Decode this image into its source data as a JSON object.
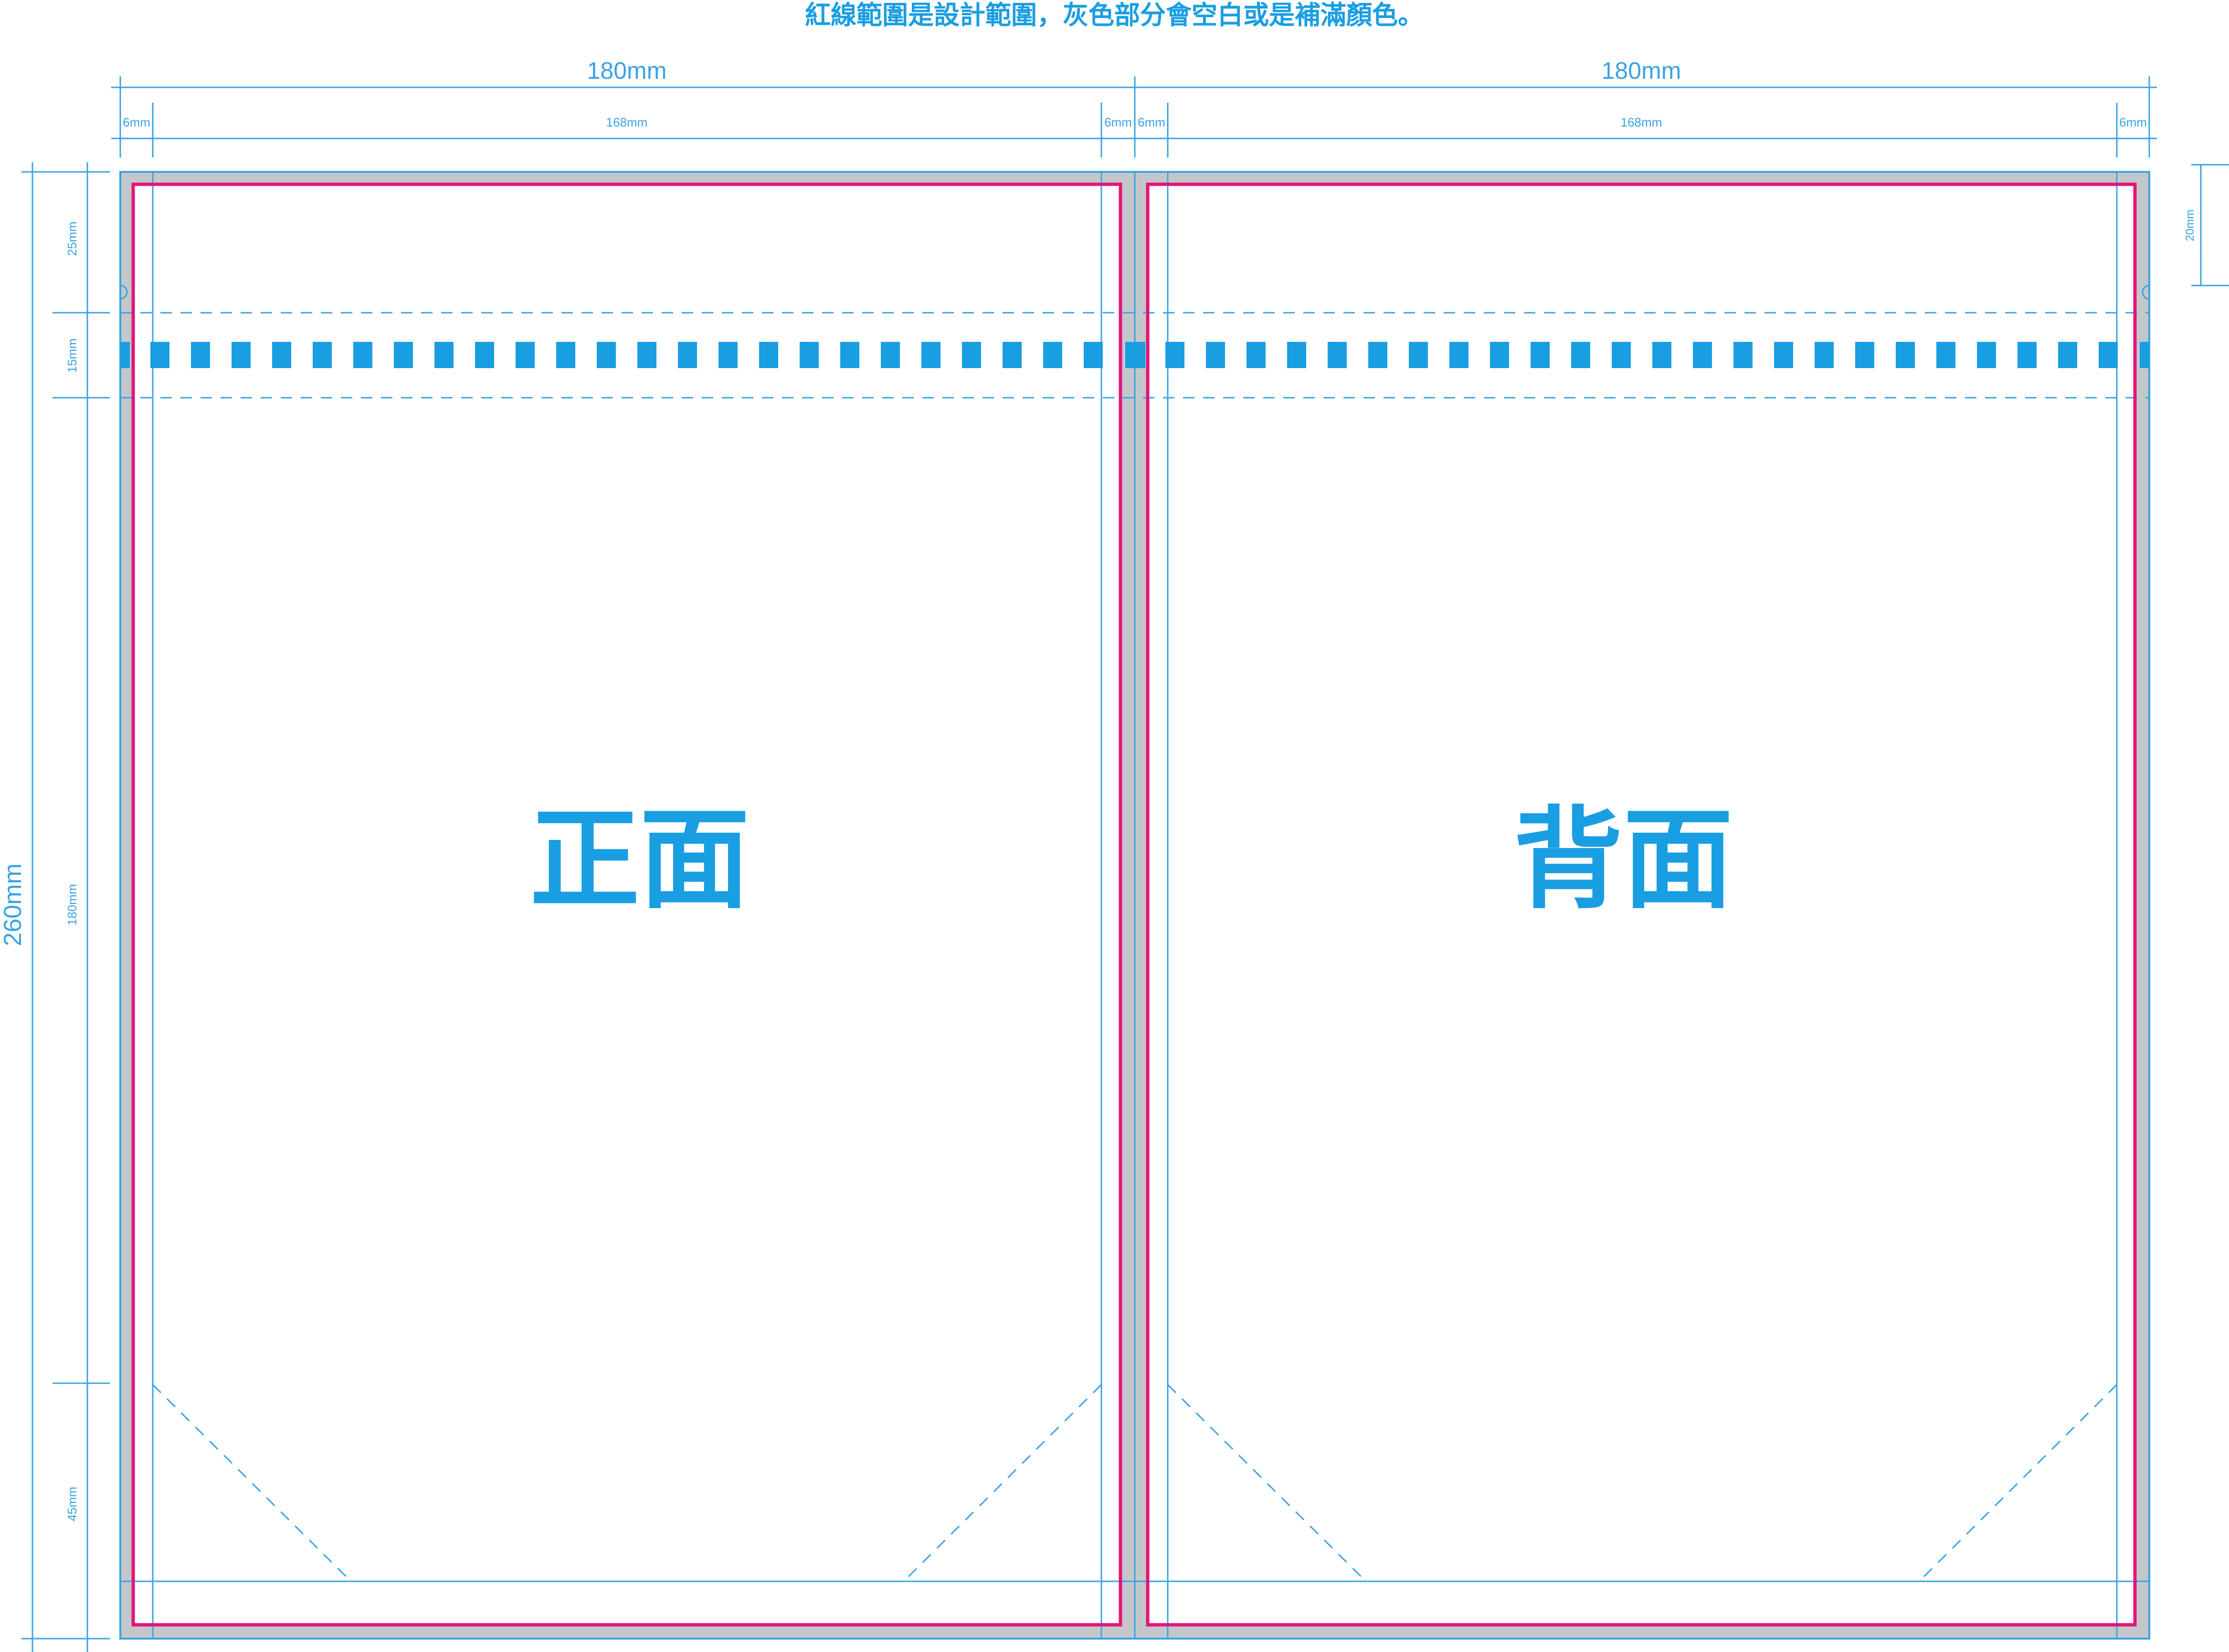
{
  "header": {
    "instruction": "紅線範圍是設計範圍，灰色部分會空白或是補滿顏色。"
  },
  "colors": {
    "accent": "#1a9ee2",
    "dimension": "#3aa3e3",
    "design_area": "#e2157b",
    "gray_area": "#c4c7c9",
    "white": "#ffffff"
  },
  "dimensions": {
    "top": {
      "panel_left_width": "180mm",
      "panel_right_width": "180mm",
      "left_margin": "6mm",
      "left_inner": "168mm",
      "left_margin_right": "6mm",
      "right_margin_left": "6mm",
      "right_inner": "168mm",
      "right_margin": "6mm"
    },
    "left": {
      "total_height": "260mm",
      "top_section": "25mm",
      "strip_section": "15mm",
      "main_section": "180mm",
      "bottom_section": "45mm"
    },
    "right": {
      "top_offset": "20mm"
    }
  },
  "panels": {
    "front_label": "正面",
    "back_label": "背面"
  },
  "icons": {
    "hole_marker": "half-circle-hole-icon"
  }
}
